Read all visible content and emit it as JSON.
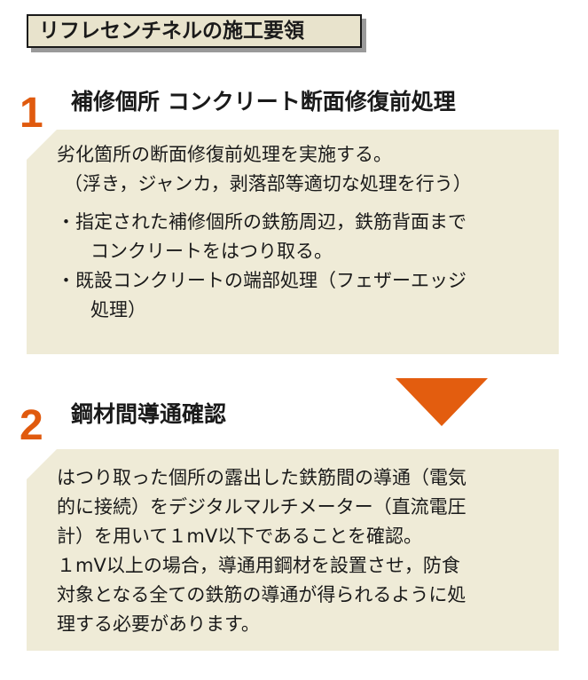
{
  "title": "リフレセンチネルの施工要領",
  "step1": {
    "number": "1",
    "heading": "補修個所 コンクリート断面修復前処理",
    "lines": [
      "劣化箇所の断面修復前処理を実施する。",
      "（浮き，ジャンカ，剥落部等適切な処理を行う）"
    ],
    "bullets": [
      {
        "first": "・指定された補修個所の鉄筋周辺，鉄筋背面まで",
        "rest": "コンクリートをはつり取る。"
      },
      {
        "first": "・既設コンクリートの端部処理（フェザーエッジ",
        "rest": "処理）"
      }
    ]
  },
  "arrow_color": "#e35d0f",
  "step2": {
    "number": "2",
    "heading": "鋼材間導通確認",
    "lines": [
      "はつり取った個所の露出した鉄筋間の導通（電気",
      "的に接続）をデジタルマルチメーター（直流電圧",
      "計）を用いて１mV以下であることを確認。",
      "１mV以上の場合，導通用鋼材を設置させ，防食",
      "対象となる全ての鉄筋の導通が得られるように処",
      "理する必要があります。"
    ]
  }
}
